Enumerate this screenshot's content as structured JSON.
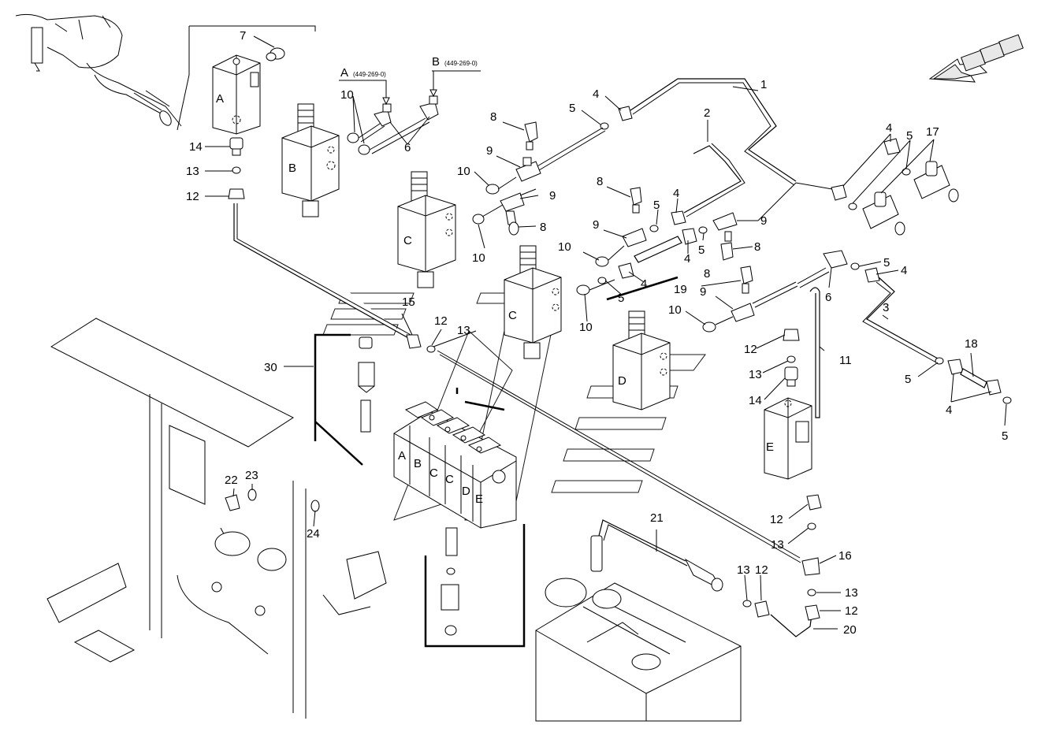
{
  "part_labels": [
    {
      "id": "p1",
      "text": "1"
    },
    {
      "id": "p2",
      "text": "2"
    },
    {
      "id": "p3",
      "text": "3"
    },
    {
      "id": "p4a",
      "text": "4"
    },
    {
      "id": "p4b",
      "text": "4"
    },
    {
      "id": "p4c",
      "text": "4"
    },
    {
      "id": "p4d",
      "text": "4"
    },
    {
      "id": "p4e",
      "text": "4"
    },
    {
      "id": "p4f",
      "text": "4"
    },
    {
      "id": "p4g",
      "text": "4"
    },
    {
      "id": "p5a",
      "text": "5"
    },
    {
      "id": "p5b",
      "text": "5"
    },
    {
      "id": "p5c",
      "text": "5"
    },
    {
      "id": "p5d",
      "text": "5"
    },
    {
      "id": "p5e",
      "text": "5"
    },
    {
      "id": "p5f",
      "text": "5"
    },
    {
      "id": "p5g",
      "text": "5"
    },
    {
      "id": "p5h",
      "text": "5"
    },
    {
      "id": "p6a",
      "text": "6"
    },
    {
      "id": "p6b",
      "text": "6"
    },
    {
      "id": "p7",
      "text": "7"
    },
    {
      "id": "p8a",
      "text": "8"
    },
    {
      "id": "p8b",
      "text": "8"
    },
    {
      "id": "p8c",
      "text": "8"
    },
    {
      "id": "p8d",
      "text": "8"
    },
    {
      "id": "p8e",
      "text": "8"
    },
    {
      "id": "p9a",
      "text": "9"
    },
    {
      "id": "p9b",
      "text": "9"
    },
    {
      "id": "p9c",
      "text": "9"
    },
    {
      "id": "p9d",
      "text": "9"
    },
    {
      "id": "p9e",
      "text": "9"
    },
    {
      "id": "p10a",
      "text": "10"
    },
    {
      "id": "p10b",
      "text": "10"
    },
    {
      "id": "p10c",
      "text": "10"
    },
    {
      "id": "p10d",
      "text": "10"
    },
    {
      "id": "p10e",
      "text": "10"
    },
    {
      "id": "p10f",
      "text": "10"
    },
    {
      "id": "p11",
      "text": "11"
    },
    {
      "id": "p12a",
      "text": "12"
    },
    {
      "id": "p12b",
      "text": "12"
    },
    {
      "id": "p12c",
      "text": "12"
    },
    {
      "id": "p12d",
      "text": "12"
    },
    {
      "id": "p12e",
      "text": "12"
    },
    {
      "id": "p12f",
      "text": "12"
    },
    {
      "id": "p13a",
      "text": "13"
    },
    {
      "id": "p13b",
      "text": "13"
    },
    {
      "id": "p13c",
      "text": "13"
    },
    {
      "id": "p13d",
      "text": "13"
    },
    {
      "id": "p13e",
      "text": "13"
    },
    {
      "id": "p13f",
      "text": "13"
    },
    {
      "id": "p14a",
      "text": "14"
    },
    {
      "id": "p14b",
      "text": "14"
    },
    {
      "id": "p15",
      "text": "15"
    },
    {
      "id": "p16",
      "text": "16"
    },
    {
      "id": "p17",
      "text": "17"
    },
    {
      "id": "p18",
      "text": "18"
    },
    {
      "id": "p19",
      "text": "19"
    },
    {
      "id": "p20",
      "text": "20"
    },
    {
      "id": "p21",
      "text": "21"
    },
    {
      "id": "p22",
      "text": "22"
    },
    {
      "id": "p23",
      "text": "23"
    },
    {
      "id": "p24",
      "text": "24"
    },
    {
      "id": "p30",
      "text": "30"
    }
  ],
  "valve_letters": [
    {
      "id": "vA",
      "text": "A"
    },
    {
      "id": "vB",
      "text": "B"
    },
    {
      "id": "vC1",
      "text": "C"
    },
    {
      "id": "vC2",
      "text": "C"
    },
    {
      "id": "vD",
      "text": "D"
    },
    {
      "id": "vE",
      "text": "E"
    },
    {
      "id": "mA",
      "text": "A"
    },
    {
      "id": "mB",
      "text": "B"
    },
    {
      "id": "mC1",
      "text": "C"
    },
    {
      "id": "mC2",
      "text": "C"
    },
    {
      "id": "mD",
      "text": "D"
    },
    {
      "id": "mE",
      "text": "E"
    }
  ],
  "references": [
    {
      "id": "refA",
      "letter": "A",
      "code": "(449-269-0)"
    },
    {
      "id": "refB",
      "letter": "B",
      "code": "(449-269-0)"
    }
  ]
}
